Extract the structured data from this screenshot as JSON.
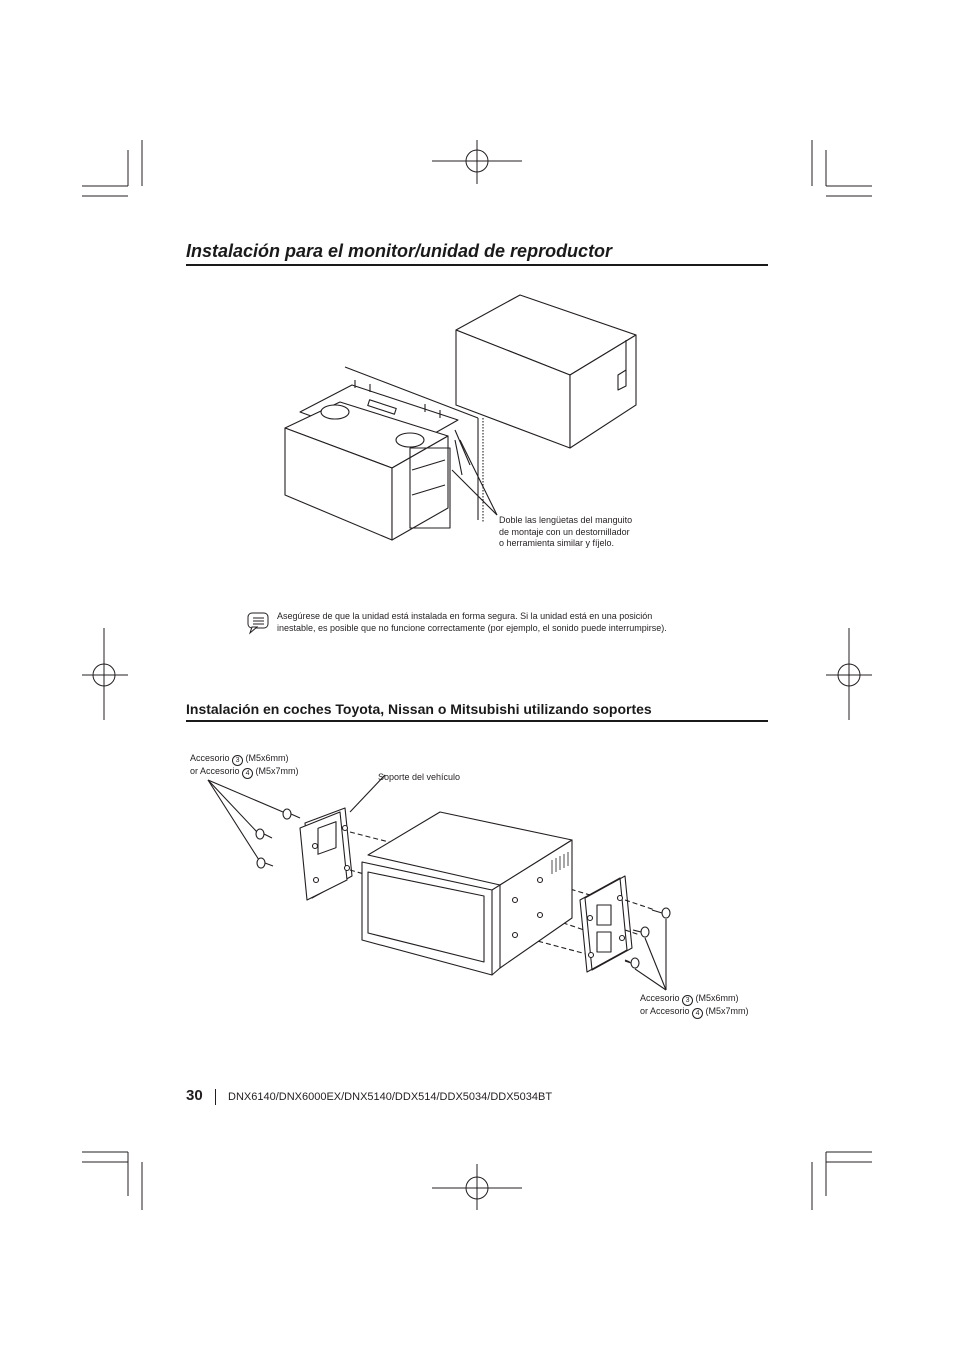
{
  "section1": {
    "title": "Instalación para el monitor/unidad de reproductor",
    "callout_lines": [
      "Doble las lengüetas del manguito",
      "de montaje con un destornillador",
      "o herramienta similar y fíjelo."
    ]
  },
  "note": {
    "icon": "note-icon",
    "lines": [
      "Asegúrese de que la unidad está instalada en forma segura. Si la unidad está en una posición",
      "inestable, es posible que no funcione correctamente (por ejemplo, el sonido puede interrumpirse)."
    ]
  },
  "section2": {
    "title": "Instalación en coches Toyota, Nissan o Mitsubishi utilizando soportes",
    "accessory_left": {
      "line1_prefix": "Accesorio ",
      "line1_num": "3",
      "line1_suffix": " (M5x6mm)",
      "line2_prefix": "or Accesorio ",
      "line2_num": "4",
      "line2_suffix": " (M5x7mm)"
    },
    "bracket_label": "Soporte del vehículo",
    "accessory_right": {
      "line1_prefix": "Accesorio ",
      "line1_num": "3",
      "line1_suffix": " (M5x6mm)",
      "line2_prefix": "or Accesorio ",
      "line2_num": "4",
      "line2_suffix": " (M5x7mm)"
    }
  },
  "footer": {
    "page_number": "30",
    "models": "DNX6140/DNX6000EX/DNX5140/DDX514/DDX5034/DDX5034BT"
  }
}
